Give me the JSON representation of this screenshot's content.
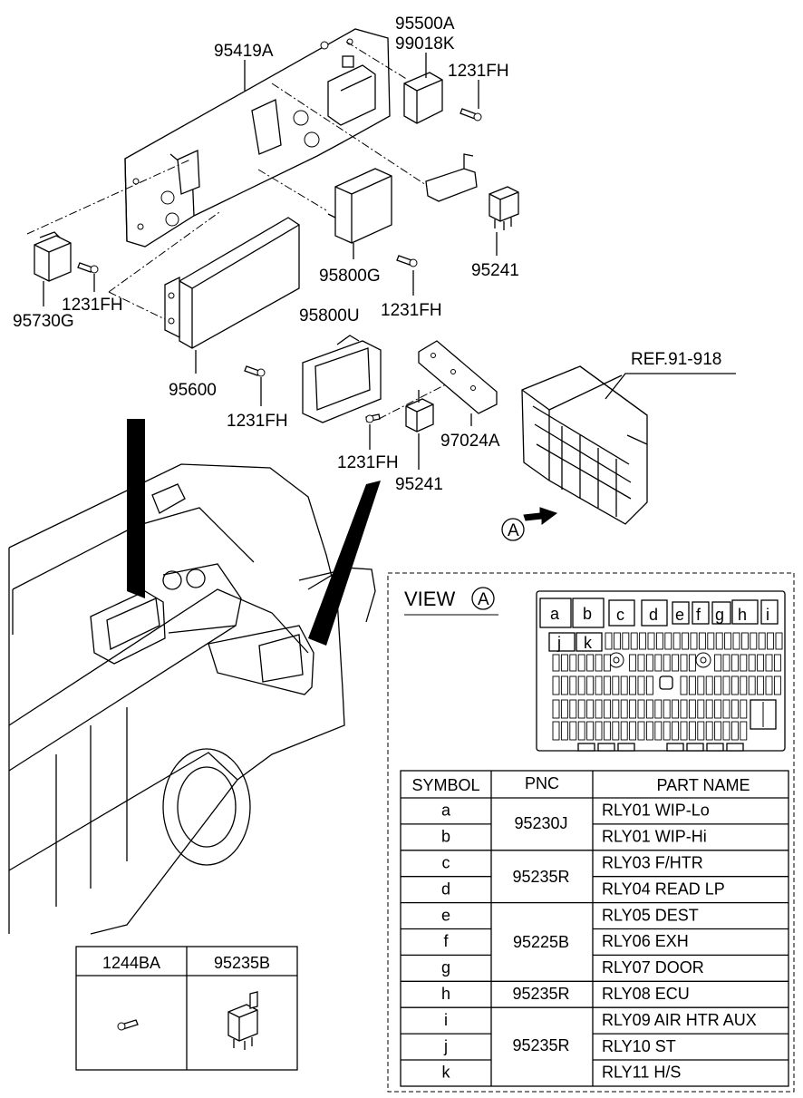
{
  "callouts": {
    "p95500a": "95500A",
    "p99018k": "99018K",
    "p95419a": "95419A",
    "p1231fh_a": "1231FH",
    "p95241_a": "95241",
    "p95800g": "95800G",
    "p1231fh_b": "1231FH",
    "p95730g": "95730G",
    "p1231fh_c": "1231FH",
    "p95800u": "95800U",
    "p95600": "95600",
    "p1231fh_d": "1231FH",
    "p97024a": "97024A",
    "p1231fh_e": "1231FH",
    "p95241_b": "95241",
    "ref": "REF.91-918",
    "view_a_marker": "A"
  },
  "view": {
    "label": "VIEW",
    "marker": "A",
    "slots": [
      "a",
      "b",
      "c",
      "d",
      "e",
      "f",
      "g",
      "h",
      "i",
      "j",
      "k"
    ]
  },
  "table": {
    "headers": [
      "SYMBOL",
      "PNC",
      "PART NAME"
    ],
    "rows": [
      {
        "symbol": "a",
        "part": "RLY01 WIP-Lo"
      },
      {
        "symbol": "b",
        "part": "RLY01 WIP-Hi"
      },
      {
        "symbol": "c",
        "part": "RLY03 F/HTR"
      },
      {
        "symbol": "d",
        "part": "RLY04 READ LP"
      },
      {
        "symbol": "e",
        "part": "RLY05 DEST"
      },
      {
        "symbol": "f",
        "part": "RLY06 EXH"
      },
      {
        "symbol": "g",
        "part": "RLY07 DOOR"
      },
      {
        "symbol": "h",
        "part": "RLY08 ECU"
      },
      {
        "symbol": "i",
        "part": "RLY09 AIR HTR AUX"
      },
      {
        "symbol": "j",
        "part": "RLY10 ST"
      },
      {
        "symbol": "k",
        "part": "RLY11 H/S"
      }
    ],
    "pnc_groups": [
      "95230J",
      "95235R",
      "95225B",
      "95235R",
      "95235R"
    ]
  },
  "small_table": {
    "headers": [
      "1244BA",
      "95235B"
    ]
  }
}
